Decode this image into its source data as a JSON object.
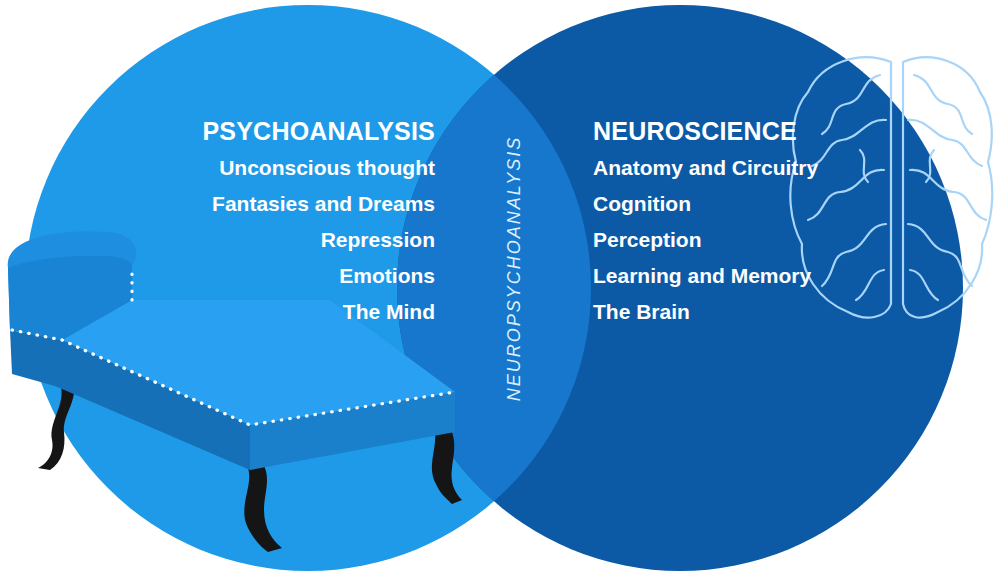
{
  "diagram": {
    "nodes": [
      {
        "text": [
          "PSYCHOANALYSIS",
          "Unconscious thought",
          "Fantasies and Dreams",
          "Repression",
          "Emotions",
          "The Mind"
        ]
      },
      {
        "text": [
          "NEUROSCIENCE",
          "Anatomy and Circuitry",
          "Cognition",
          "Perception",
          "Learning and Memory",
          "The Brain"
        ]
      }
    ],
    "labels": [
      "NEUROPSYCHOANALYSIS"
    ]
  }
}
